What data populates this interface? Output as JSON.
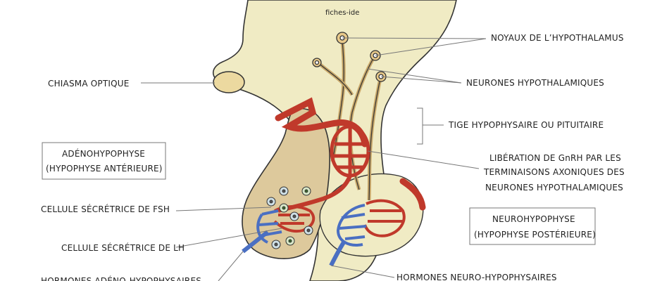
{
  "watermark": "fiches-ide",
  "labels": {
    "noyaux": "NOYAUX DE L’HYPOTHALAMUS",
    "chiasma": "CHIASMA OPTIQUE",
    "neurones": "NEURONES HYPOTHALAMIQUES",
    "tige": "TIGE HYPOPHYSAIRE OU PITUITAIRE",
    "liberation_1": "LIBÉRATION DE GnRH PAR LES",
    "liberation_2": "TERMINAISONS AXONIQUES DES",
    "liberation_3": "NEURONES HYPOTHALAMIQUES",
    "adeno_1": "ADÉNOHYPOPHYSE",
    "adeno_2": "(HYPOPHYSE ANTÉRIEURE)",
    "fsh": "CELLULE SÉCRÉTRICE DE FSH",
    "lh": "CELLULE SÉCRÉTRICE DE LH",
    "neuro_1": "NEUROHYPOPHYSE",
    "neuro_2": "(HYPOPHYSE POSTÉRIEURE)",
    "hormones_adeno": "HORMONES ADÉNO-HYPOPHYSAIRES",
    "hormones_neuro": "HORMONES NEURO-HYPOPHYSAIRES"
  },
  "colors": {
    "hypothalamus": "#f0ebc4",
    "anterior_pituitary": "#ddc99c",
    "artery_red": "#c0392b",
    "vein_blue": "#4a6fc2",
    "neuron": "#e8c98a",
    "fsh_cell": "#cfe0e6",
    "lh_cell": "#d8e8c8",
    "outline": "#333333"
  }
}
